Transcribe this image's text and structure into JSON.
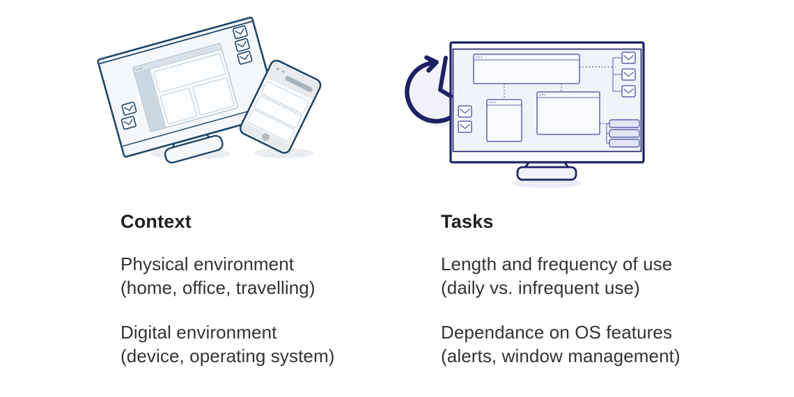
{
  "columns": [
    {
      "heading": "Context",
      "items": [
        {
          "title": "Physical environment",
          "subtitle": "(home, office, travelling)"
        },
        {
          "title": "Digital environment",
          "subtitle": "(device, operating system)"
        }
      ]
    },
    {
      "heading": "Tasks",
      "items": [
        {
          "title": "Length and frequency of use",
          "subtitle": "(daily vs. infrequent use)"
        },
        {
          "title": "Dependance on OS features",
          "subtitle": "(alerts, window management)"
        }
      ]
    }
  ],
  "illustrations": {
    "context": {
      "icons": [
        "desktop-monitor",
        "browser-window",
        "smartphone",
        "envelope-icon"
      ],
      "envelope_count": 5
    },
    "tasks": {
      "icons": [
        "clock-arrow-icon",
        "desktop-monitor",
        "app-window",
        "envelope-icon",
        "list-item-button"
      ],
      "envelope_count": 5,
      "window_count": 3,
      "list_item_count": 3
    }
  },
  "colors": {
    "background": "#ffffff",
    "heading_text": "#1f1f1f",
    "body_text": "#333333",
    "steel_navy": "#1e4568",
    "indigo_navy": "#1d2166",
    "indigo_mid": "#5d63ad",
    "lavender_fill": "#e3e5f4",
    "screen_lavender": "#f1f3fa",
    "gray_blue": "#cbd7e1"
  }
}
